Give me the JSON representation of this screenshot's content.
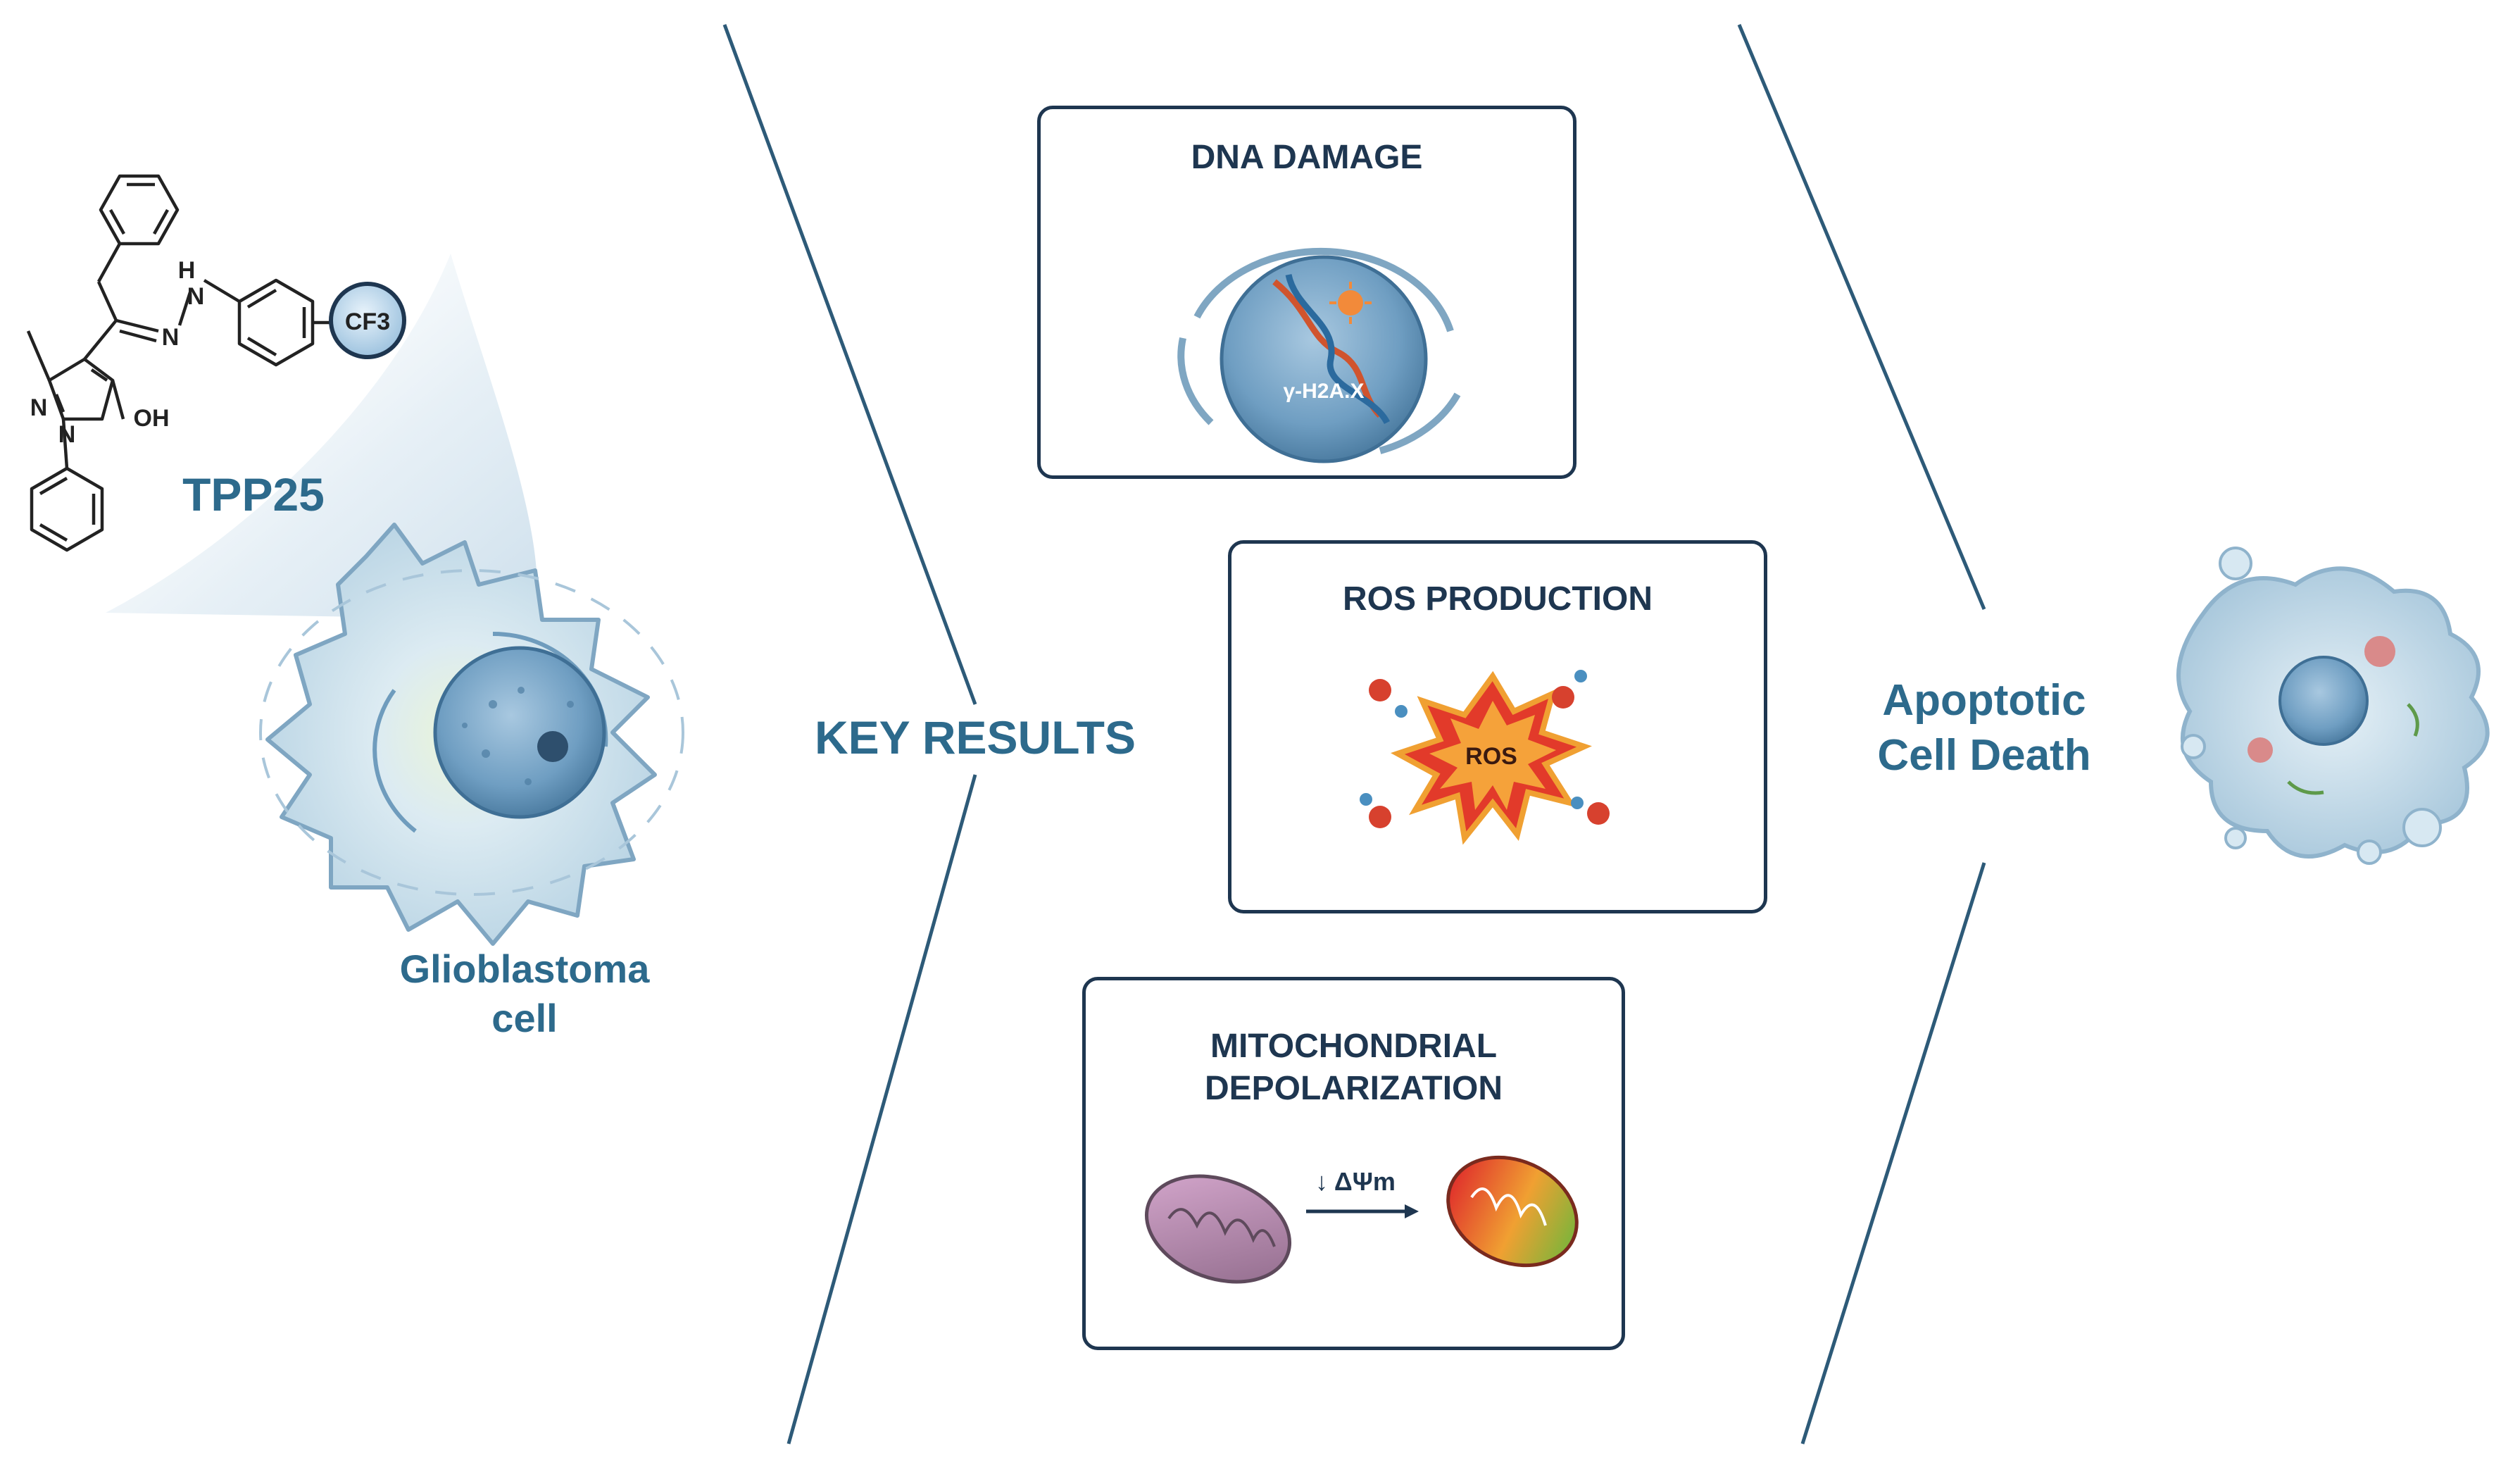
{
  "compound": {
    "name": "TPP25",
    "atoms": {
      "nh_h": "H",
      "nh_n": "N",
      "imine_n": "N",
      "ring_n1": "N",
      "ring_n2": "N",
      "oh": "OH",
      "cf3": "CF3"
    }
  },
  "cell_label": {
    "line1": "Glioblastoma",
    "line2": "cell"
  },
  "key_results": "KEY RESULTS",
  "panels": {
    "dna": {
      "title": "DNA DAMAGE",
      "marker": "γ-H2A.X"
    },
    "ros": {
      "title": "ROS PRODUCTION",
      "center": "ROS"
    },
    "mito": {
      "title_line1": "MITOCHONDRIAL",
      "title_line2": "DEPOLARIZATION",
      "arrow_label": "↓ ΔΨm"
    }
  },
  "outcome": {
    "line1": "Apoptotic",
    "line2": "Cell Death"
  },
  "colors": {
    "teal_text": "#2d6a8c",
    "navy": "#1e3650",
    "cell_blue": "#7ea9c8",
    "ros_red": "#e23a2a"
  }
}
